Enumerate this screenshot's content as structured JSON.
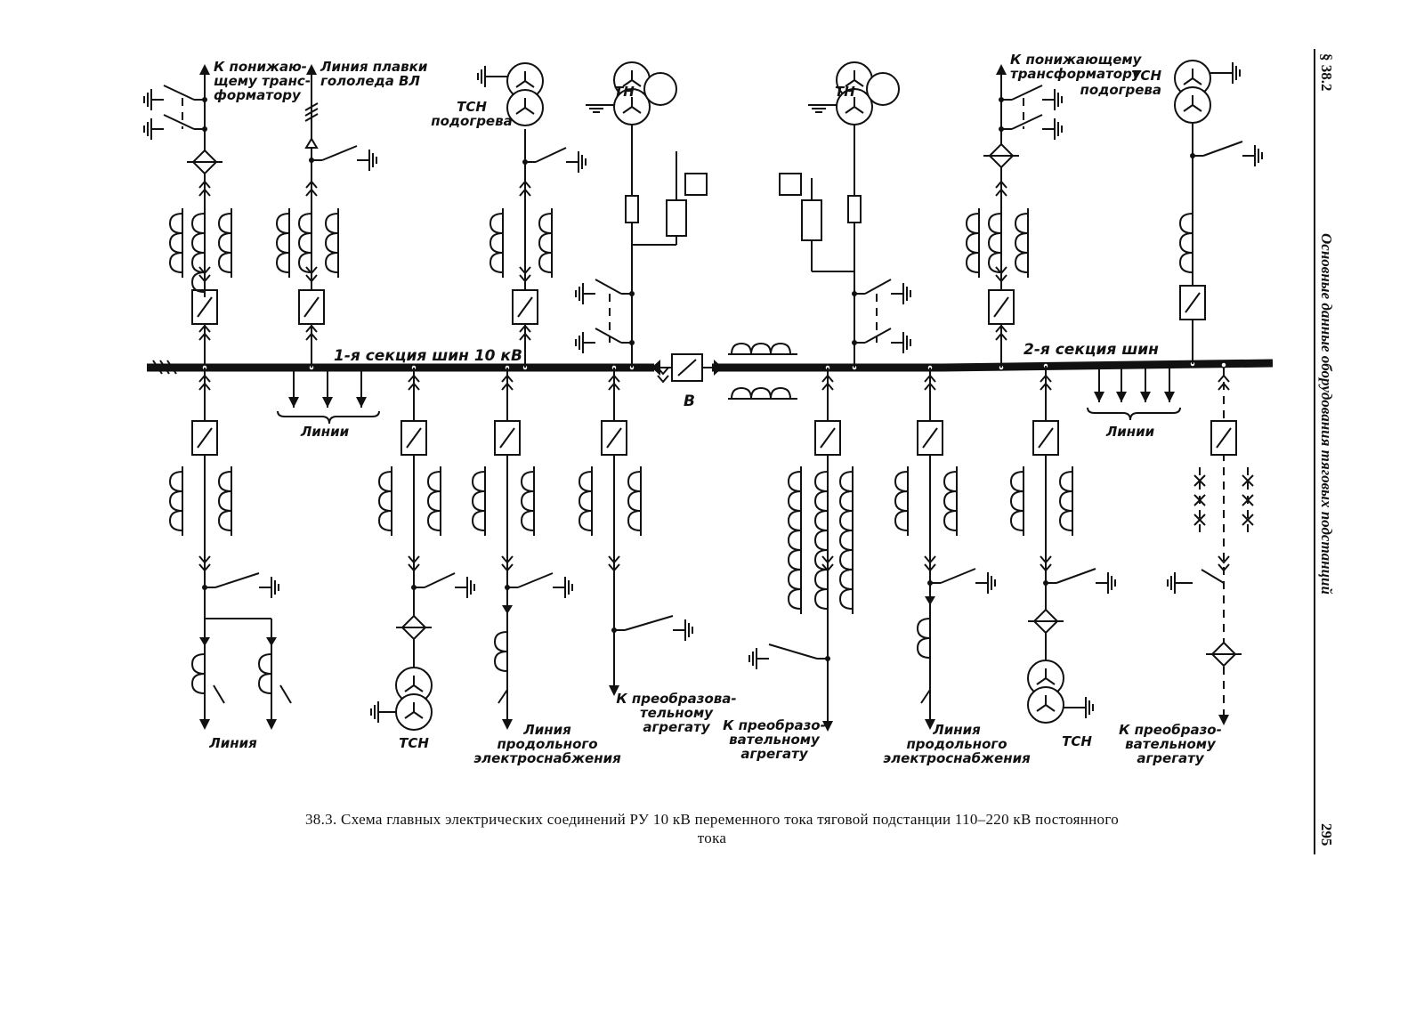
{
  "caption": {
    "line1": "38.3. Схема главных электрических соединений РУ 10 кВ переменного тока тяговой подстанции 110–220 кВ постоянного",
    "line2": "тока"
  },
  "header": {
    "section": "§ 38.2",
    "title": "Основные данные оборудования тяговых подстанций",
    "page": "295"
  },
  "buses": {
    "section1": "1-я секция шин 10 кВ",
    "section2": "2-я секция шин",
    "sectional_breaker": "В"
  },
  "labels": {
    "top_feed1": [
      "К понижаю-",
      "щему транс-",
      "форматору"
    ],
    "top_melt": [
      "Линия плавки",
      "гололеда ВЛ"
    ],
    "top_tsn1": [
      "ТСН",
      "подогрева"
    ],
    "top_tn1": "ТН",
    "top_tn2": "ТН",
    "top_feed2": [
      "К понижающему",
      "трансформатору"
    ],
    "top_tsn2": [
      "ТСН",
      "подогрева"
    ],
    "lines_group1": "Линии",
    "lines_group2": "Линии",
    "bot_line": "Линия",
    "bot_tsn1": "ТСН",
    "bot_long1": [
      "Линия",
      "продольного",
      "электроснабжения"
    ],
    "bot_conv1": [
      "К преобразова-",
      "тельному",
      "агрегату"
    ],
    "bot_conv2": [
      "К преобразо-",
      "вательному",
      "агрегату"
    ],
    "bot_long2": [
      "Линия",
      "продольного",
      "электроснабжения"
    ],
    "bot_tsn2": "ТСН",
    "bot_conv3": [
      "К преобразо-",
      "вательному",
      "агрегату"
    ]
  }
}
